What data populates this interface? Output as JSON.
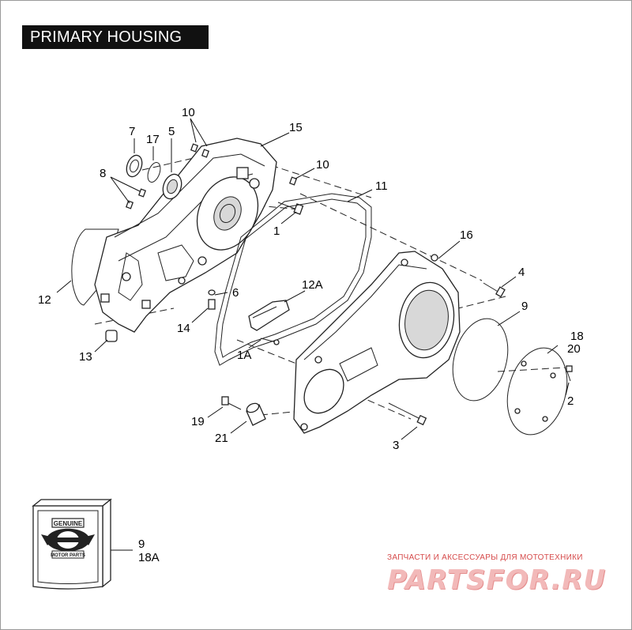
{
  "title": "PRIMARY HOUSING",
  "callouts": {
    "c10a": "10",
    "c15": "15",
    "c7": "7",
    "c17": "17",
    "c5": "5",
    "c8": "8",
    "c10b": "10",
    "c11": "11",
    "c1": "1",
    "c16": "16",
    "c4": "4",
    "c12": "12",
    "c6": "6",
    "c12A": "12A",
    "c9": "9",
    "c14": "14",
    "c1A": "1A",
    "c18": "18",
    "c20": "20",
    "c13": "13",
    "c2": "2",
    "c19": "19",
    "c21": "21",
    "c3": "3"
  },
  "kit_box": {
    "logo_top": "GENUINE",
    "logo_bottom": "MOTOR PARTS",
    "label_line1": "9",
    "label_line2": "18A"
  },
  "watermark": {
    "subtitle": "ЗАПЧАСТИ И АКСЕССУАРЫ ДЛЯ МОТОТЕХНИКИ",
    "brand": "PARTSFOR.RU",
    "color": "#e04848"
  }
}
